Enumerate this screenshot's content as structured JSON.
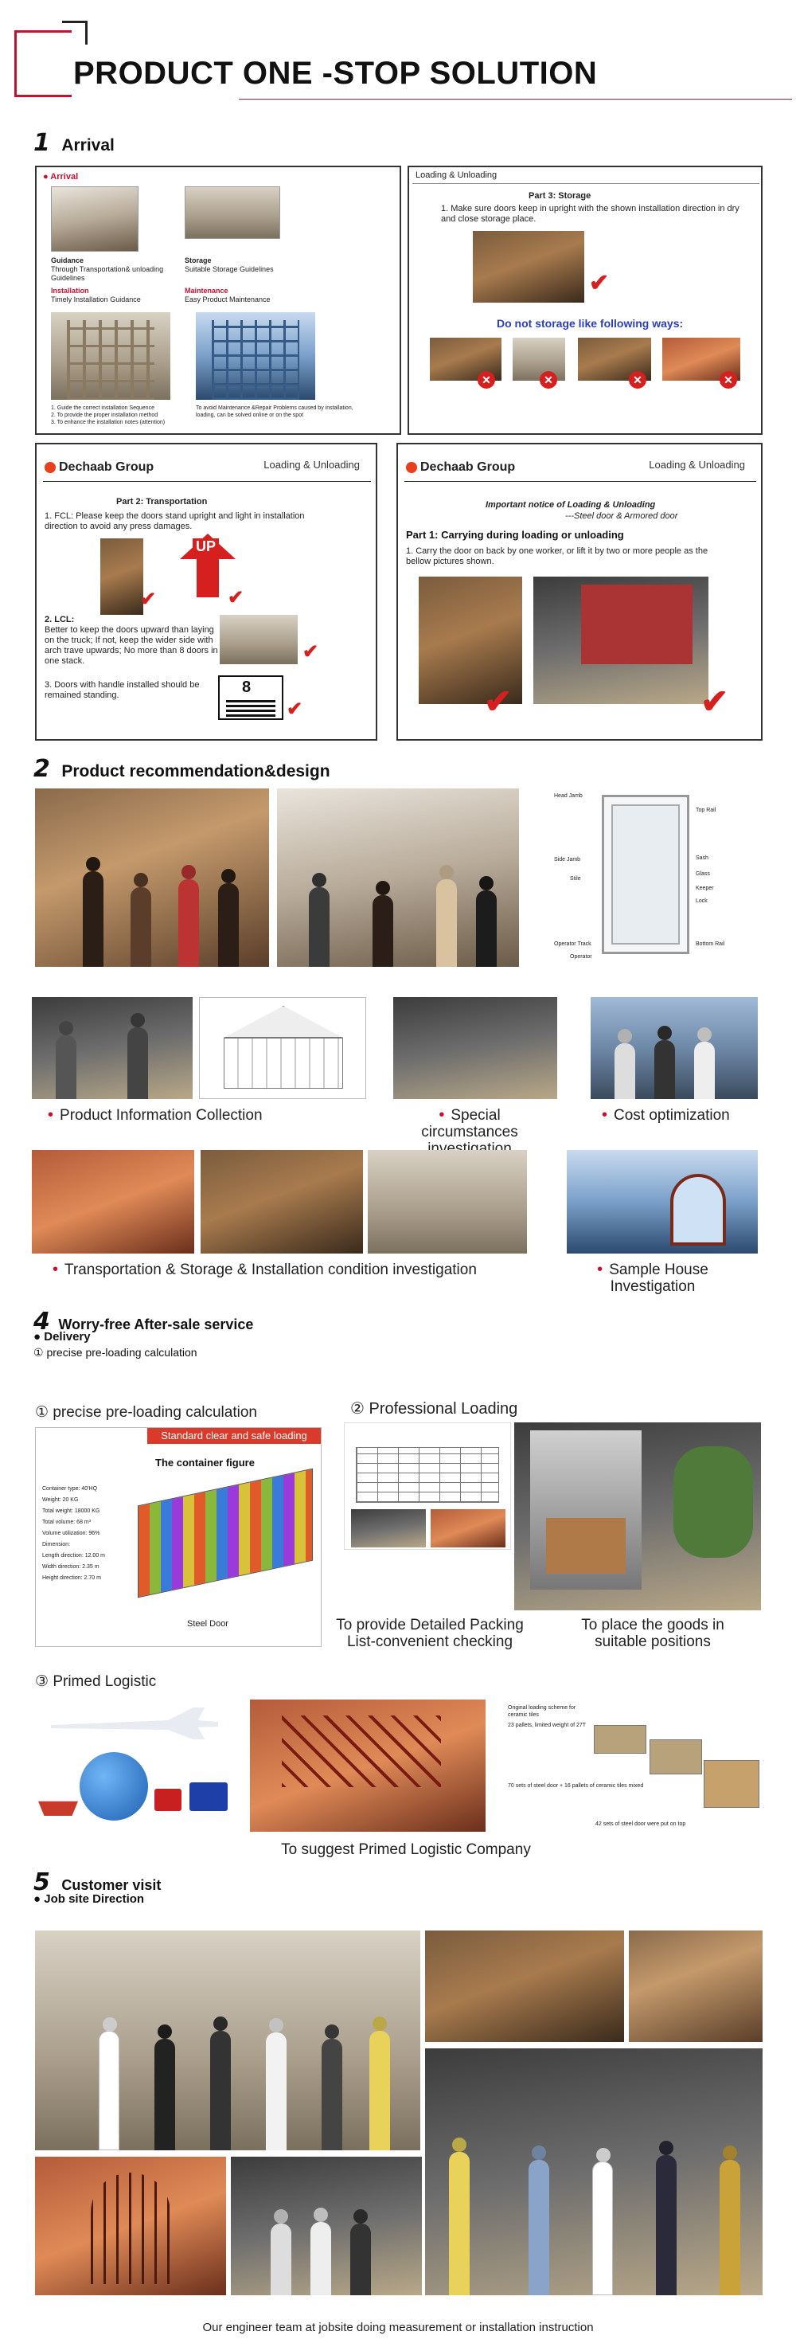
{
  "header": {
    "title": "PRODUCT ONE -STOP SOLUTION"
  },
  "section1": {
    "num": "1",
    "title": "Arrival",
    "arrival_box": {
      "tag": "Arrival",
      "items": [
        {
          "title": "Guidance",
          "text": "Through Transportation& unloading Guidelines"
        },
        {
          "title": "Storage",
          "text": "Suitable Storage Guidelines"
        },
        {
          "title": "Installation",
          "text": "Timely Installation Guidance"
        },
        {
          "title": "Maintenance",
          "text": "Easy Product Maintenance"
        }
      ],
      "note1": "1. Guide the correct installation Sequence\n2. To provide the proper installation method\n3. To enhance the installation notes (attention)",
      "note2": "To avoid Maintenance &Repair Problems caused by installation, loading, can be solved online or on the spot"
    },
    "storage_box": {
      "tag": "Loading & Unloading",
      "part": "Part 3: Storage",
      "text": "1. Make sure doors keep in upright with the shown installation direction in dry and close storage place.",
      "warning": "Do not storage like following ways:"
    },
    "transport_box": {
      "logo": "Dechaab Group",
      "tag": "Loading & Unloading",
      "part": "Part 2:  Transportation",
      "fcl": "1. FCL: Please keep the doors stand upright and light in installation direction to avoid any press damages.",
      "lcl_title": "2. LCL:",
      "lcl": "Better to keep the doors upward than laying on the truck; If not,  keep the wider side with arch trave upwards; No more than 8 doors in one stack.",
      "third": "3. Doors with handle  installed should be remained standing.",
      "up": "UP",
      "eight": "8"
    },
    "carry_box": {
      "logo": "Dechaab Group",
      "tag": "Loading & Unloading",
      "notice": "Important notice of Loading & Unloading",
      "notice_sub": "---Steel door & Armored door",
      "part": "Part 1:  Carrying during loading or unloading",
      "text": "1. Carry the door on back by one worker, or lift it by two or more people as the bellow pictures shown."
    }
  },
  "section2": {
    "num": "2",
    "title": "Product recommendation&design",
    "diagram_labels": [
      "Head Jamb",
      "Top Rail",
      "Side Jamb",
      "Sash",
      "Stile",
      "Glass",
      "Keeper",
      "Lock",
      "Operator Track",
      "Bottom Rail",
      "Operator"
    ],
    "captions": [
      "Product Information Collection",
      "Special circumstances investigation",
      "Cost optimization",
      "Transportation & Storage & Installation condition investigation",
      "Sample House Investigation"
    ]
  },
  "section4": {
    "num": "4",
    "title": "Worry-free After-sale service",
    "bullet": "Delivery",
    "sub": "precise pre-loading calculation",
    "sub_num": "①",
    "block1_title": "precise pre-loading calculation",
    "block1_num": "①",
    "banner": "Standard clear and safe loading",
    "container_title": "The container figure",
    "container_rows": [
      "Container type: 40'HQ",
      "Weight: 20 KG",
      "Total weight: 18000 KG",
      "Total volume: 68 m³",
      "Volume utilization: 96%",
      "Dimension:",
      "Length direction: 12.00 m",
      "Width direction: 2.35 m",
      "Height direction: 2.70 m"
    ],
    "steel_door": "Steel Door",
    "block2_title": "Professional Loading",
    "block2_num": "②",
    "caption_a": "To provide Detailed Packing List-convenient checking",
    "caption_b": "To place the goods in suitable positions",
    "block3_title": "Primed Logistic",
    "block3_num": "③",
    "caption_c": "To suggest Primed Logistic Company",
    "scheme": [
      "Original loading scheme for ceramic tiles",
      "23 pallets, limited weight of 27T",
      "70 sets of steel door + 16 pallets of ceramic tiles mixed",
      "42 sets of steel door were put on top"
    ]
  },
  "section5": {
    "num": "5",
    "title": "Customer visit",
    "bullet": "Job site Direction",
    "caption": "Our engineer team at jobsite doing measurement or installation instruction"
  },
  "colors": {
    "accent_red": "#c8102e",
    "check_red": "#d62020",
    "logo_orange": "#e8401c",
    "banner_red": "#d93a2a"
  }
}
